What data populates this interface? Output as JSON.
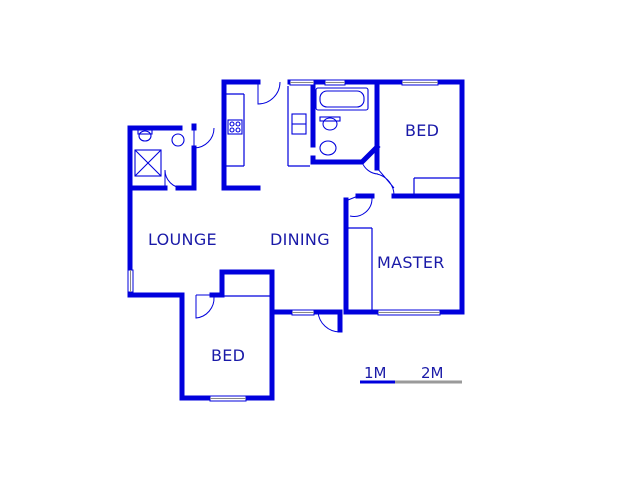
{
  "floorplan": {
    "rooms": {
      "bed_top": "BED",
      "lounge": "LOUNGE",
      "dining": "DINING",
      "master": "MASTER",
      "bed_bottom": "BED"
    },
    "scale": {
      "label_1": "1M",
      "label_2": "2M"
    },
    "colors": {
      "wall": "#0000dd",
      "label": "#1a1aa8",
      "scale_light": "#9a9a9a"
    }
  }
}
